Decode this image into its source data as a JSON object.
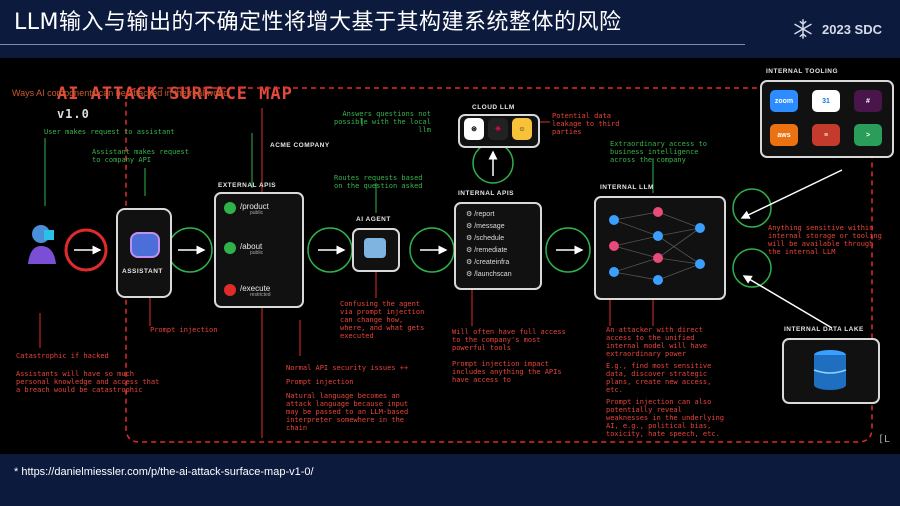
{
  "slide": {
    "title": "LLM输入与输出的不确定性将增大基于其构建系统整体的风险",
    "brand": "2023 SDC",
    "footnote": "* https://danielmiessler.com/p/the-ai-attack-surface-map-v1-0/"
  },
  "map": {
    "title": "AI ATTACK SURFACE MAP",
    "version": "v1.0",
    "subtitle": "Ways AI components can be attacked in the real world",
    "watermark": "[L"
  },
  "components": {
    "assistant": "ASSISTANT",
    "external_apis": "EXTERNAL APIS",
    "ai_agent": "AI AGENT",
    "internal_apis": "INTERNAL APIS",
    "internal_llm": "INTERNAL LLM",
    "cloud_llm": "CLOUD LLM",
    "internal_tooling": "INTERNAL TOOLING",
    "internal_data_lake": "INTERNAL DATA LAKE",
    "acme_company": "ACME COMPANY"
  },
  "external_apis": [
    {
      "path": "/product",
      "tag": "public"
    },
    {
      "path": "/about",
      "tag": "public"
    },
    {
      "path": "/execute",
      "tag": "restricted"
    }
  ],
  "internal_apis": [
    "/report",
    "/message",
    "/schedule",
    "/remediate",
    "/createinfra",
    "/launchscan"
  ],
  "tools": [
    "zoom",
    "31",
    "slack",
    "aws",
    "layers",
    ">"
  ],
  "notes_green": {
    "user_request": "User makes request to assistant",
    "assistant_request": "Assistant makes request\nto company API",
    "answers": "Answers questions not\npossible with the local\nllm",
    "routes": "Routes requests based\non the question asked",
    "extraordinary": "Extraordinary access to\nbusiness intelligence\nacross the company"
  },
  "notes_red": {
    "potential_data": "Potential data\nleakage to third\nparties",
    "anything_sensitive": "Anything sensitive within\ninternal storage or tooling\nwill be available through\nthe internal LLM",
    "confusing": "Confusing the agent\nvia prompt injection\ncan change how,\nwhere, and what gets\nexecuted",
    "prompt_injection_1": "Prompt injection",
    "catastrophic": "Catastrophic if hacked",
    "assistants_knowledge": "Assistants will have so much\npersonal knowledge and access that\na breach would be catastrophic",
    "normal_api": "Normal API security issues ++",
    "prompt_injection_2": "Prompt injection",
    "natural_language": "Natural language becomes an\nattack language because input\nmay be passed to an LLM-based\ninterpreter somewhere in the\nchain",
    "full_access": "Will often have full access\nto the company's most\npowerful tools",
    "pi_impact": "Prompt injection impact\nincludes anything the APIs\nhave access to",
    "attacker_access": "An attacker with direct\naccess to the unified\ninternal model will have\nextraordinary power",
    "eg": "E.g., find most sensitive\ndata, discover strategic\nplans, create new access,\netc.",
    "pi_reveal": "Prompt injection can also\npotentially reveal\nweaknesses in the underlying\nAI, e.g., political bias,\ntoxicity, hate speech, etc."
  }
}
